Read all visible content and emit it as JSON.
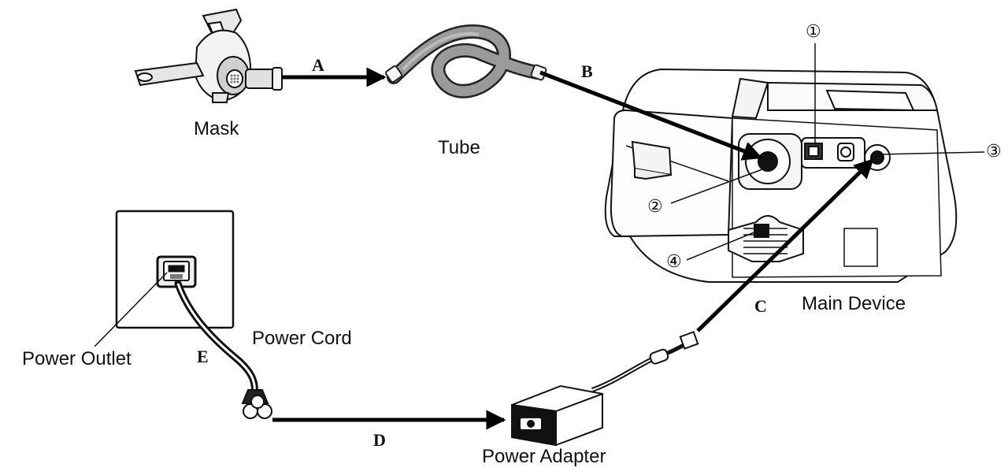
{
  "components": {
    "mask": "Mask",
    "tube": "Tube",
    "main_device": "Main Device",
    "power_outlet": "Power Outlet",
    "power_cord": "Power Cord",
    "power_adapter": "Power Adapter"
  },
  "connections": {
    "a": "A",
    "b": "B",
    "c": "C",
    "d": "D",
    "e": "E"
  },
  "callouts": {
    "n1": "①",
    "n2": "②",
    "n3": "③",
    "n4": "④"
  }
}
